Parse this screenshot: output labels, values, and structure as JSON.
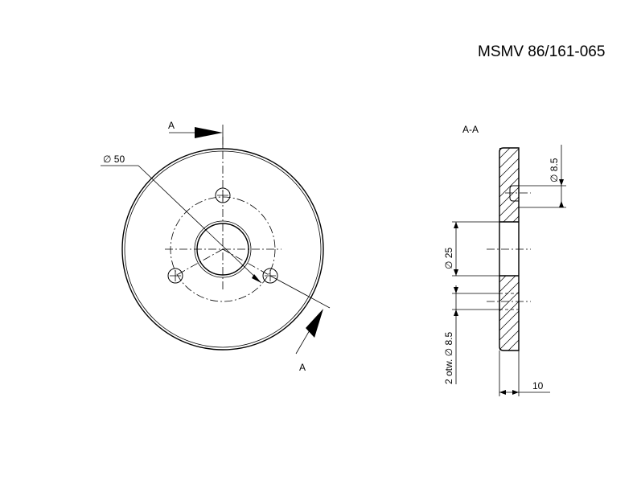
{
  "title": "MSMV 86/161-065",
  "front_view": {
    "section_marker_top": "A",
    "section_marker_bottom": "A",
    "diameter_label": "∅ 50"
  },
  "section_view": {
    "title": "A-A",
    "hole_dia_label": "∅ 8.5",
    "bore_dia_label": "∅ 25",
    "holes_label": "2 otw. ∅ 8.5",
    "thickness_label": "10"
  }
}
